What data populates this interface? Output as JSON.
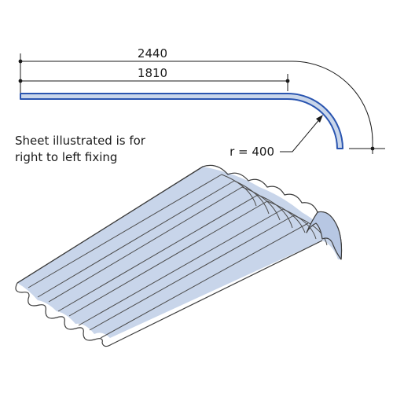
{
  "dimensions": {
    "overall_length": "2440",
    "straight_length": "1810",
    "radius_label": "r = 400"
  },
  "note": {
    "line1": "Sheet illustrated is for",
    "line2": "right to left fixing"
  },
  "colors": {
    "sheet_fill": "#c9d6ea",
    "sheet_outline": "#2a55b0",
    "dimension_lines": "#1a1a1a"
  }
}
